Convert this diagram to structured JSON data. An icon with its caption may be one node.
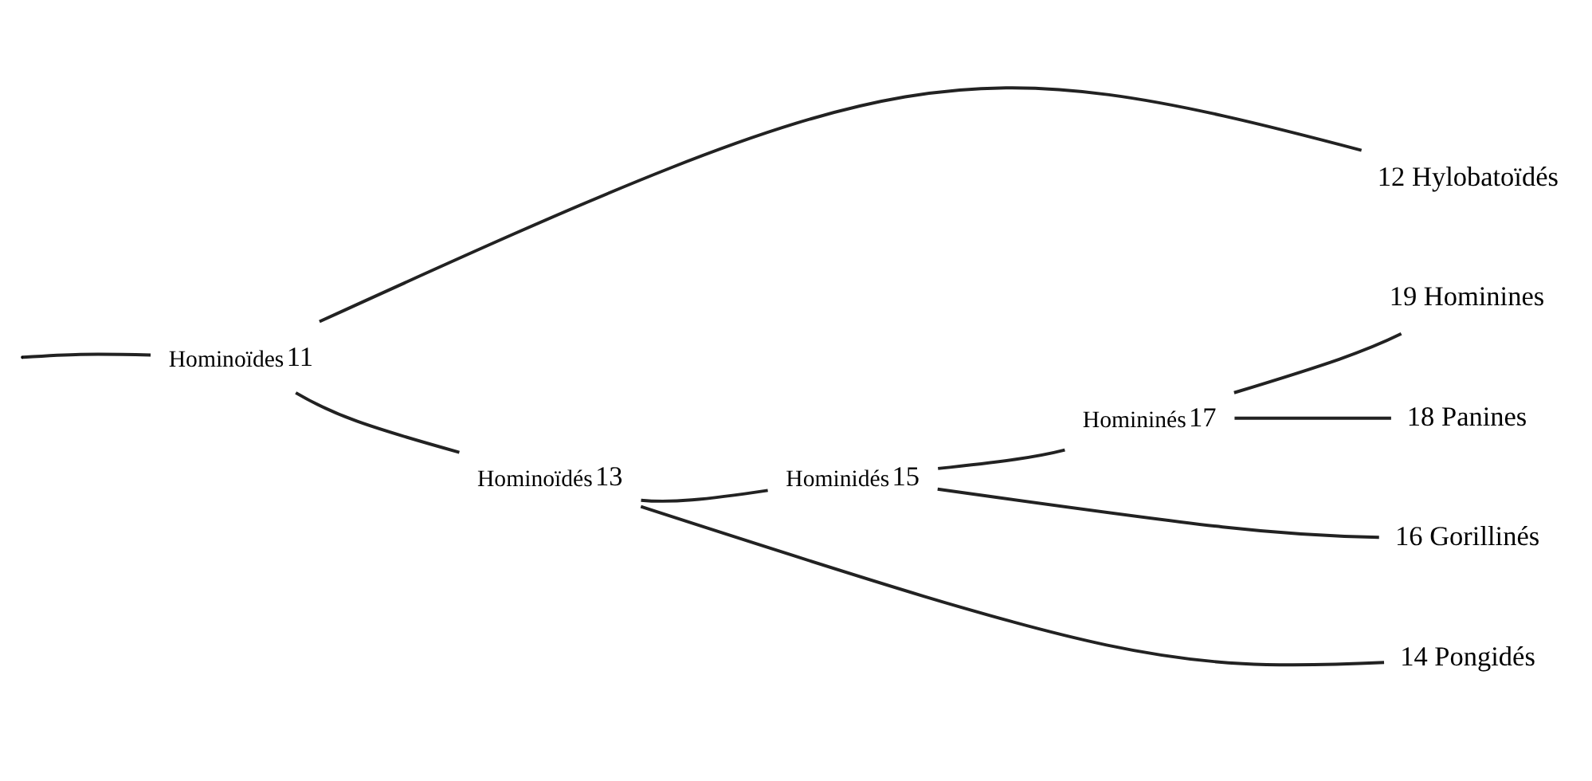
{
  "diagram": {
    "nodes": [
      {
        "text": [
          "11"
        ],
        "beside": [
          "Hominoïdes"
        ]
      },
      {
        "text": [
          "12 Hylobatoïdés"
        ]
      },
      {
        "text": [
          "13"
        ],
        "beside": [
          "Hominoïdés"
        ]
      },
      {
        "text": [
          "15"
        ],
        "beside": [
          "Hominidés"
        ]
      },
      {
        "text": [
          "17"
        ],
        "beside": [
          "Homininés"
        ]
      },
      {
        "text": [
          "19 Hominines"
        ]
      },
      {
        "text": [
          "18 Panines"
        ]
      },
      {
        "text": [
          "16 Gorillinés"
        ]
      },
      {
        "text": [
          "14 Pongidés"
        ]
      }
    ],
    "edges": [
      {
        "from": null,
        "to": 0,
        "arrow": "none"
      },
      {
        "from": 0,
        "to": 1,
        "arrow": "none"
      },
      {
        "from": 0,
        "to": 2,
        "arrow": "none"
      },
      {
        "from": 2,
        "to": 3,
        "arrow": "none"
      },
      {
        "from": 3,
        "to": 4,
        "arrow": "none"
      },
      {
        "from": 4,
        "to": 5,
        "arrow": "none"
      },
      {
        "from": 4,
        "to": 6,
        "arrow": "none"
      },
      {
        "from": 3,
        "to": 7,
        "arrow": "none"
      },
      {
        "from": 2,
        "to": 8,
        "arrow": "none"
      }
    ]
  }
}
